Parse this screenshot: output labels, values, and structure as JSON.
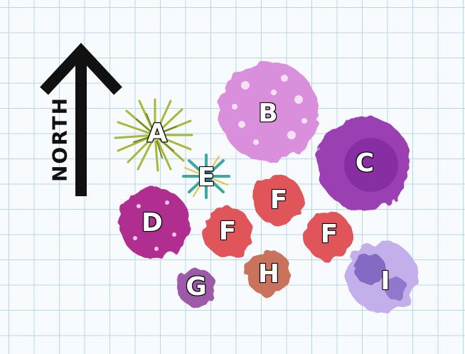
{
  "compass": {
    "label": "NORTH"
  },
  "plants": [
    {
      "id": "A",
      "label": "A",
      "kind": "spiky-grass",
      "color": "#a6b83a"
    },
    {
      "id": "B",
      "label": "B",
      "kind": "flower-cluster",
      "color": "#d98fdc"
    },
    {
      "id": "C",
      "label": "C",
      "kind": "flower-cluster",
      "color": "#9b3fb3"
    },
    {
      "id": "D",
      "label": "D",
      "kind": "flower-cluster",
      "color": "#b02f8f"
    },
    {
      "id": "E",
      "label": "E",
      "kind": "spiky-star",
      "color": "#3fa7a0"
    },
    {
      "id": "F1",
      "label": "F",
      "kind": "round-bloom",
      "color": "#e0555a"
    },
    {
      "id": "F2",
      "label": "F",
      "kind": "round-bloom",
      "color": "#e0555a"
    },
    {
      "id": "F3",
      "label": "F",
      "kind": "round-bloom",
      "color": "#e0555a"
    },
    {
      "id": "G",
      "label": "G",
      "kind": "small-bloom",
      "color": "#9c5aa8"
    },
    {
      "id": "H",
      "label": "H",
      "kind": "round-bloom",
      "color": "#c9735c"
    },
    {
      "id": "I",
      "label": "I",
      "kind": "flower-cluster",
      "color": "#a78ad6"
    }
  ]
}
